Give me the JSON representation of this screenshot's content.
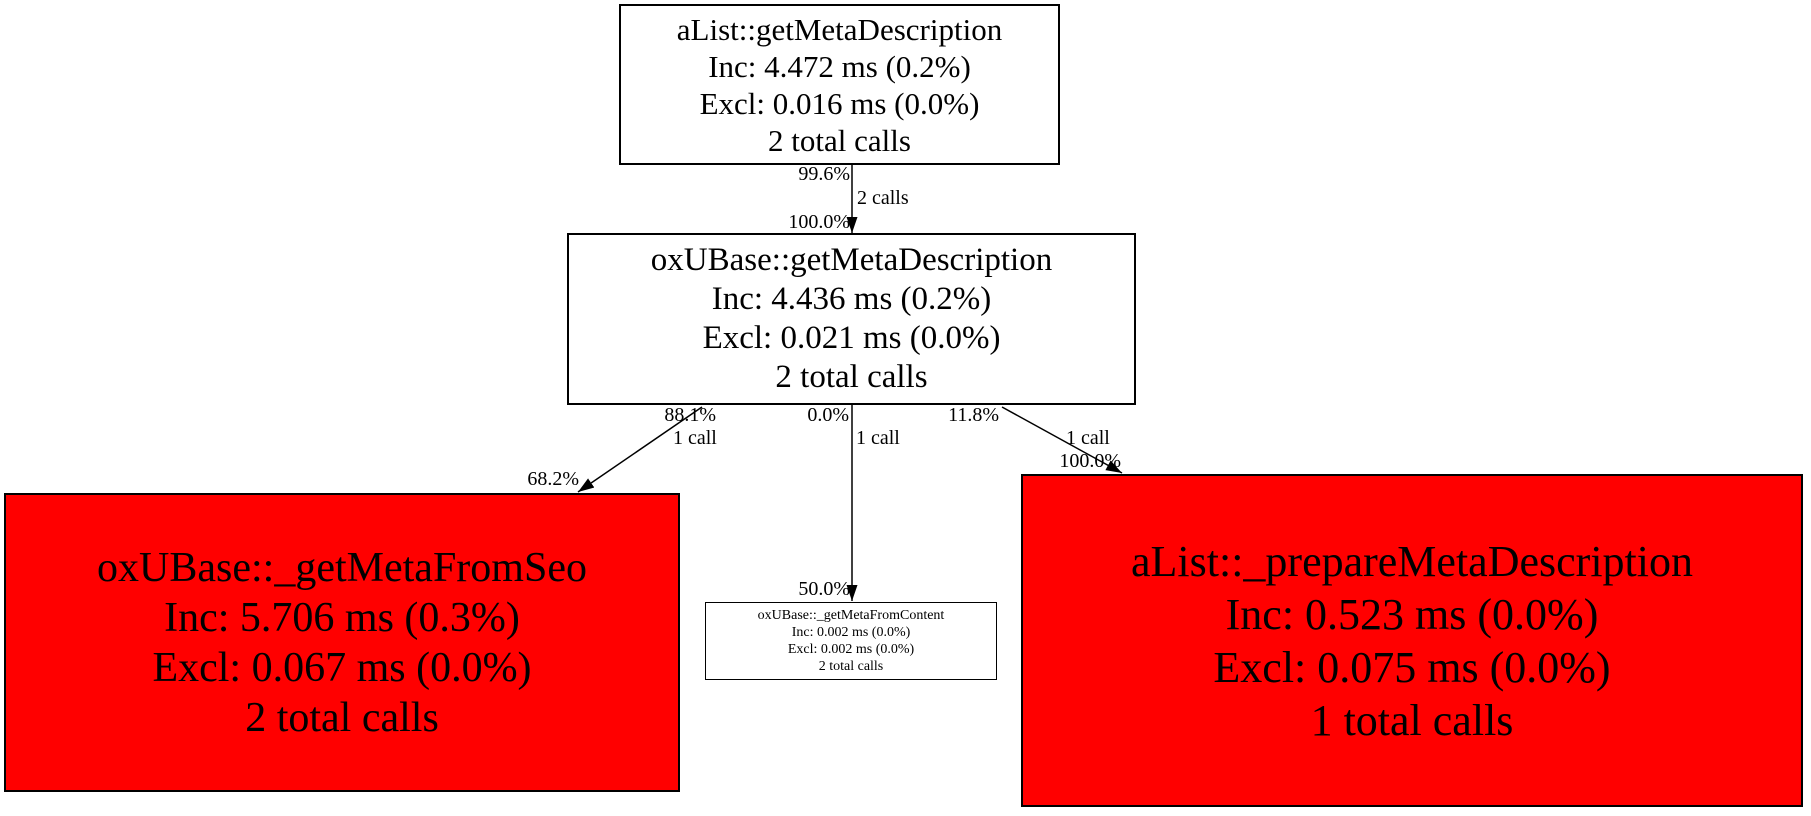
{
  "diagram": {
    "kind": "profiler-call-graph",
    "colors": {
      "hot_node": "#ff0000",
      "normal_node": "#ffffff",
      "border": "#000000",
      "edge": "#000000",
      "background": "#ffffff"
    },
    "nodes": [
      {
        "title": "aList::getMetaDescription",
        "inc": "Inc: 4.472 ms (0.2%)",
        "excl": "Excl: 0.016 ms (0.0%)",
        "calls": "2 total calls"
      },
      {
        "title": "oxUBase::getMetaDescription",
        "inc": "Inc: 4.436 ms (0.2%)",
        "excl": "Excl: 0.021 ms (0.0%)",
        "calls": "2 total calls"
      },
      {
        "title": "oxUBase::_getMetaFromSeo",
        "inc": "Inc: 5.706 ms (0.3%)",
        "excl": "Excl: 0.067 ms (0.0%)",
        "calls": "2 total calls"
      },
      {
        "title": "oxUBase::_getMetaFromContent",
        "inc": "Inc: 0.002 ms (0.0%)",
        "excl": "Excl: 0.002 ms (0.0%)",
        "calls": "2 total calls"
      },
      {
        "title": "aList::_prepareMetaDescription",
        "inc": "Inc: 0.523 ms (0.0%)",
        "excl": "Excl: 0.075 ms (0.0%)",
        "calls": "1 total calls"
      }
    ],
    "edges": [
      {
        "from": "aList::getMetaDescription",
        "to": "oxUBase::getMetaDescription",
        "source_pct": "99.6%",
        "calls": "2 calls",
        "target_pct": "100.0%"
      },
      {
        "from": "oxUBase::getMetaDescription",
        "to": "oxUBase::_getMetaFromSeo",
        "source_pct": "88.1%",
        "calls": "1 call",
        "target_pct": "68.2%"
      },
      {
        "from": "oxUBase::getMetaDescription",
        "to": "oxUBase::_getMetaFromContent",
        "source_pct": "0.0%",
        "calls": "1 call",
        "target_pct": "50.0%"
      },
      {
        "from": "oxUBase::getMetaDescription",
        "to": "aList::_prepareMetaDescription",
        "source_pct": "11.8%",
        "calls": "1 call",
        "target_pct": "100.0%"
      }
    ]
  }
}
